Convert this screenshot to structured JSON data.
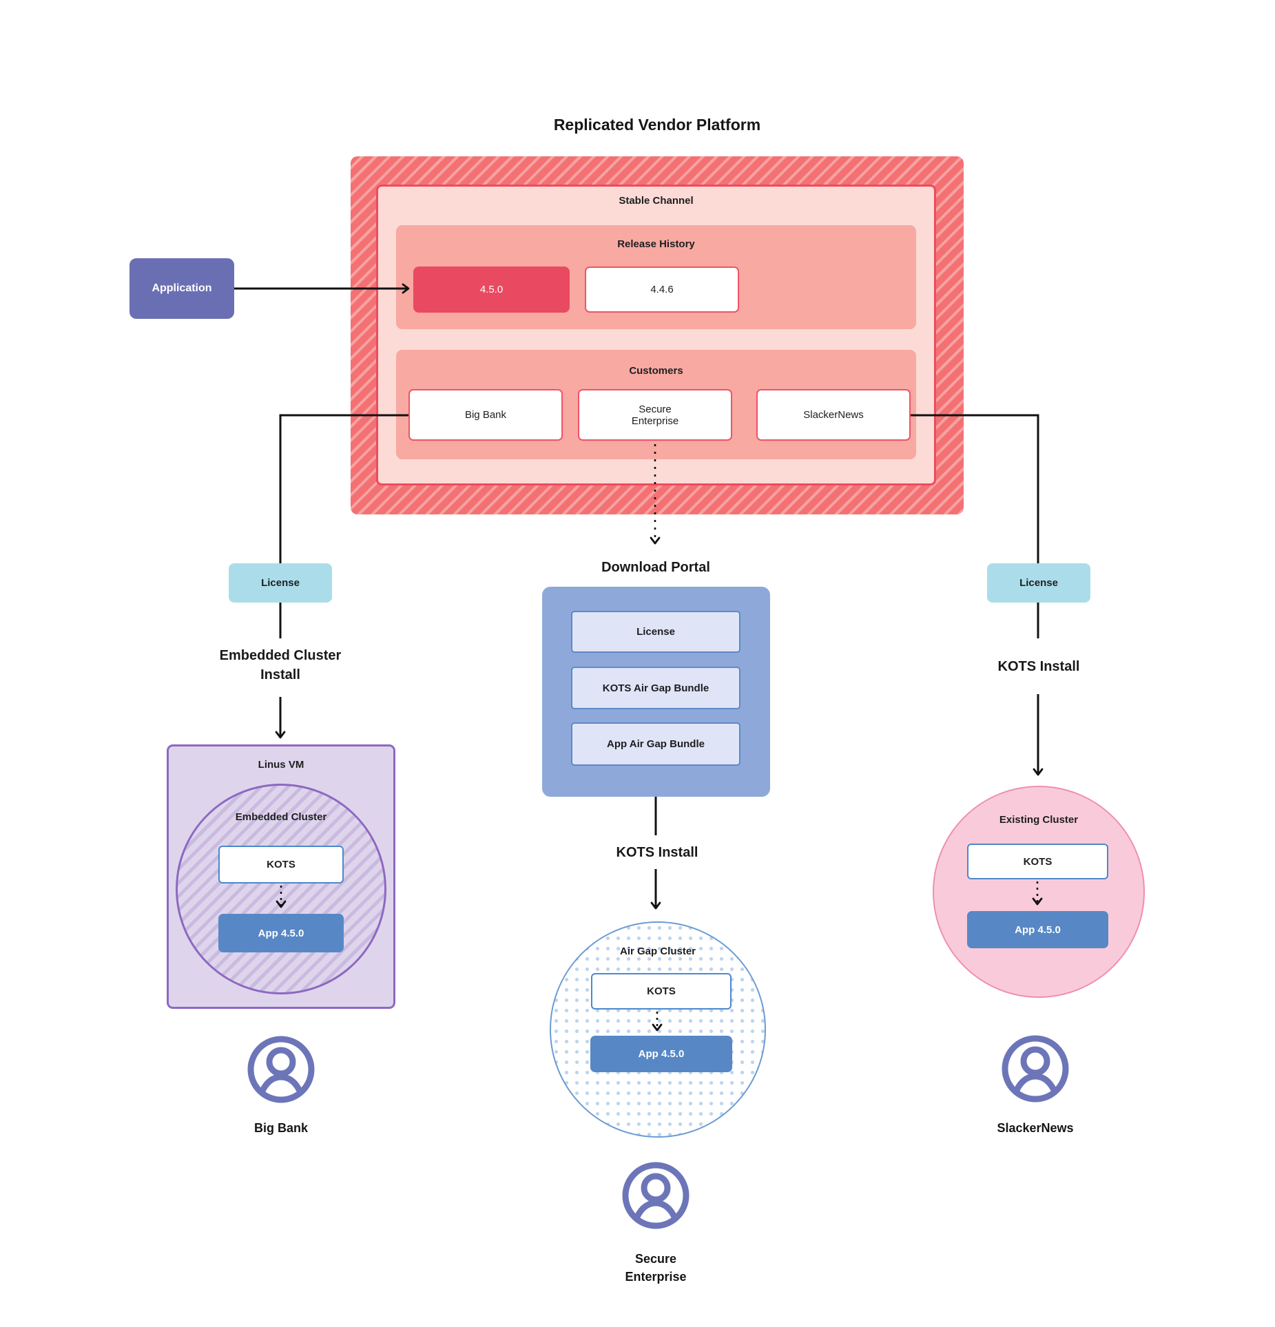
{
  "title": "Replicated Vendor Platform",
  "colors": {
    "red_hatch_base": "#f47173",
    "red_hatch_stripe": "#f7a2a2",
    "channel_bg": "#fcdbd6",
    "channel_border": "#ed4b5f",
    "section_bg": "#f8a9a2",
    "release_highlight_bg": "#e94a61",
    "red_box_border": "#ee5468",
    "application_bg": "#6a6fb3",
    "license_bg": "#aadde9",
    "portal_bg": "#8ea9d9",
    "portal_item_bg": "#dfe4f7",
    "portal_item_border": "#5d88c8",
    "kots_border": "#4c87cb",
    "app_box_bg": "#5788c5",
    "vm_bg": "#ded5ec",
    "vm_hatch": "#c9badf",
    "vm_border": "#8d68c0",
    "pink_circle_bg": "#f9cbda",
    "pink_circle_border": "#ef8fad",
    "airgap_border": "#6b9bd2",
    "airgap_dot": "#bdd4ee",
    "person_icon": "#6d75b9",
    "connector": "#111111",
    "text_dark": "#1e1e20"
  },
  "application": {
    "label": "Application"
  },
  "platform": {
    "channel_label": "Stable Channel",
    "release_history": {
      "label": "Release History",
      "releases": [
        {
          "version": "4.5.0",
          "highlighted": true
        },
        {
          "version": "4.4.6",
          "highlighted": false
        }
      ]
    },
    "customers": {
      "label": "Customers",
      "items": [
        {
          "name": "Big Bank"
        },
        {
          "name": "Secure Enterprise"
        },
        {
          "name": "SlackerNews"
        }
      ]
    }
  },
  "left_branch": {
    "license_label": "License",
    "install_label": "Embedded Cluster Install",
    "vm_label": "Linus VM",
    "cluster_label": "Embedded Cluster",
    "kots_label": "KOTS",
    "app_label": "App 4.5.0",
    "customer_name": "Big Bank"
  },
  "middle_branch": {
    "portal_label": "Download Portal",
    "portal_items": [
      {
        "label": "License"
      },
      {
        "label": "KOTS Air Gap Bundle"
      },
      {
        "label": "App Air Gap Bundle"
      }
    ],
    "install_label": "KOTS Install",
    "cluster_label": "Air Gap Cluster",
    "kots_label": "KOTS",
    "app_label": "App 4.5.0",
    "customer_name": "Secure Enterprise"
  },
  "right_branch": {
    "license_label": "License",
    "install_label": "KOTS Install",
    "cluster_label": "Existing Cluster",
    "kots_label": "KOTS",
    "app_label": "App 4.5.0",
    "customer_name": "SlackerNews"
  }
}
